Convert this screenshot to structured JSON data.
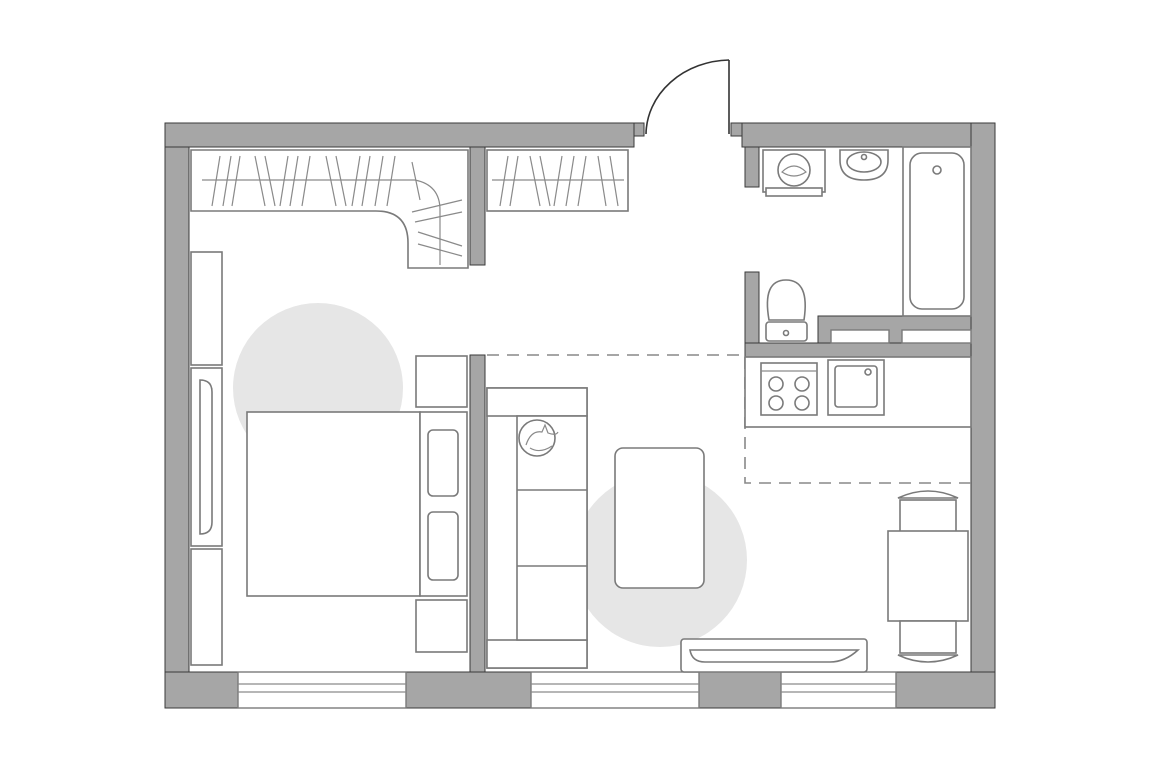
{
  "plan": {
    "colors": {
      "wall": "#a6a6a6",
      "wall_outline": "#3a3a3a",
      "furniture_outline": "#7a7a7a",
      "rug": "#e6e6e6",
      "background": "#ffffff"
    },
    "rooms": [
      "entrance-hall",
      "bedroom",
      "living-room",
      "kitchen",
      "bathroom"
    ],
    "furniture": [
      "wardrobe",
      "bed",
      "nightstands",
      "sofa",
      "coffee-table",
      "tv-console",
      "dining-table",
      "chairs",
      "stove",
      "sink",
      "washing-machine",
      "washbasin",
      "bathtub",
      "toilet",
      "cat"
    ]
  }
}
